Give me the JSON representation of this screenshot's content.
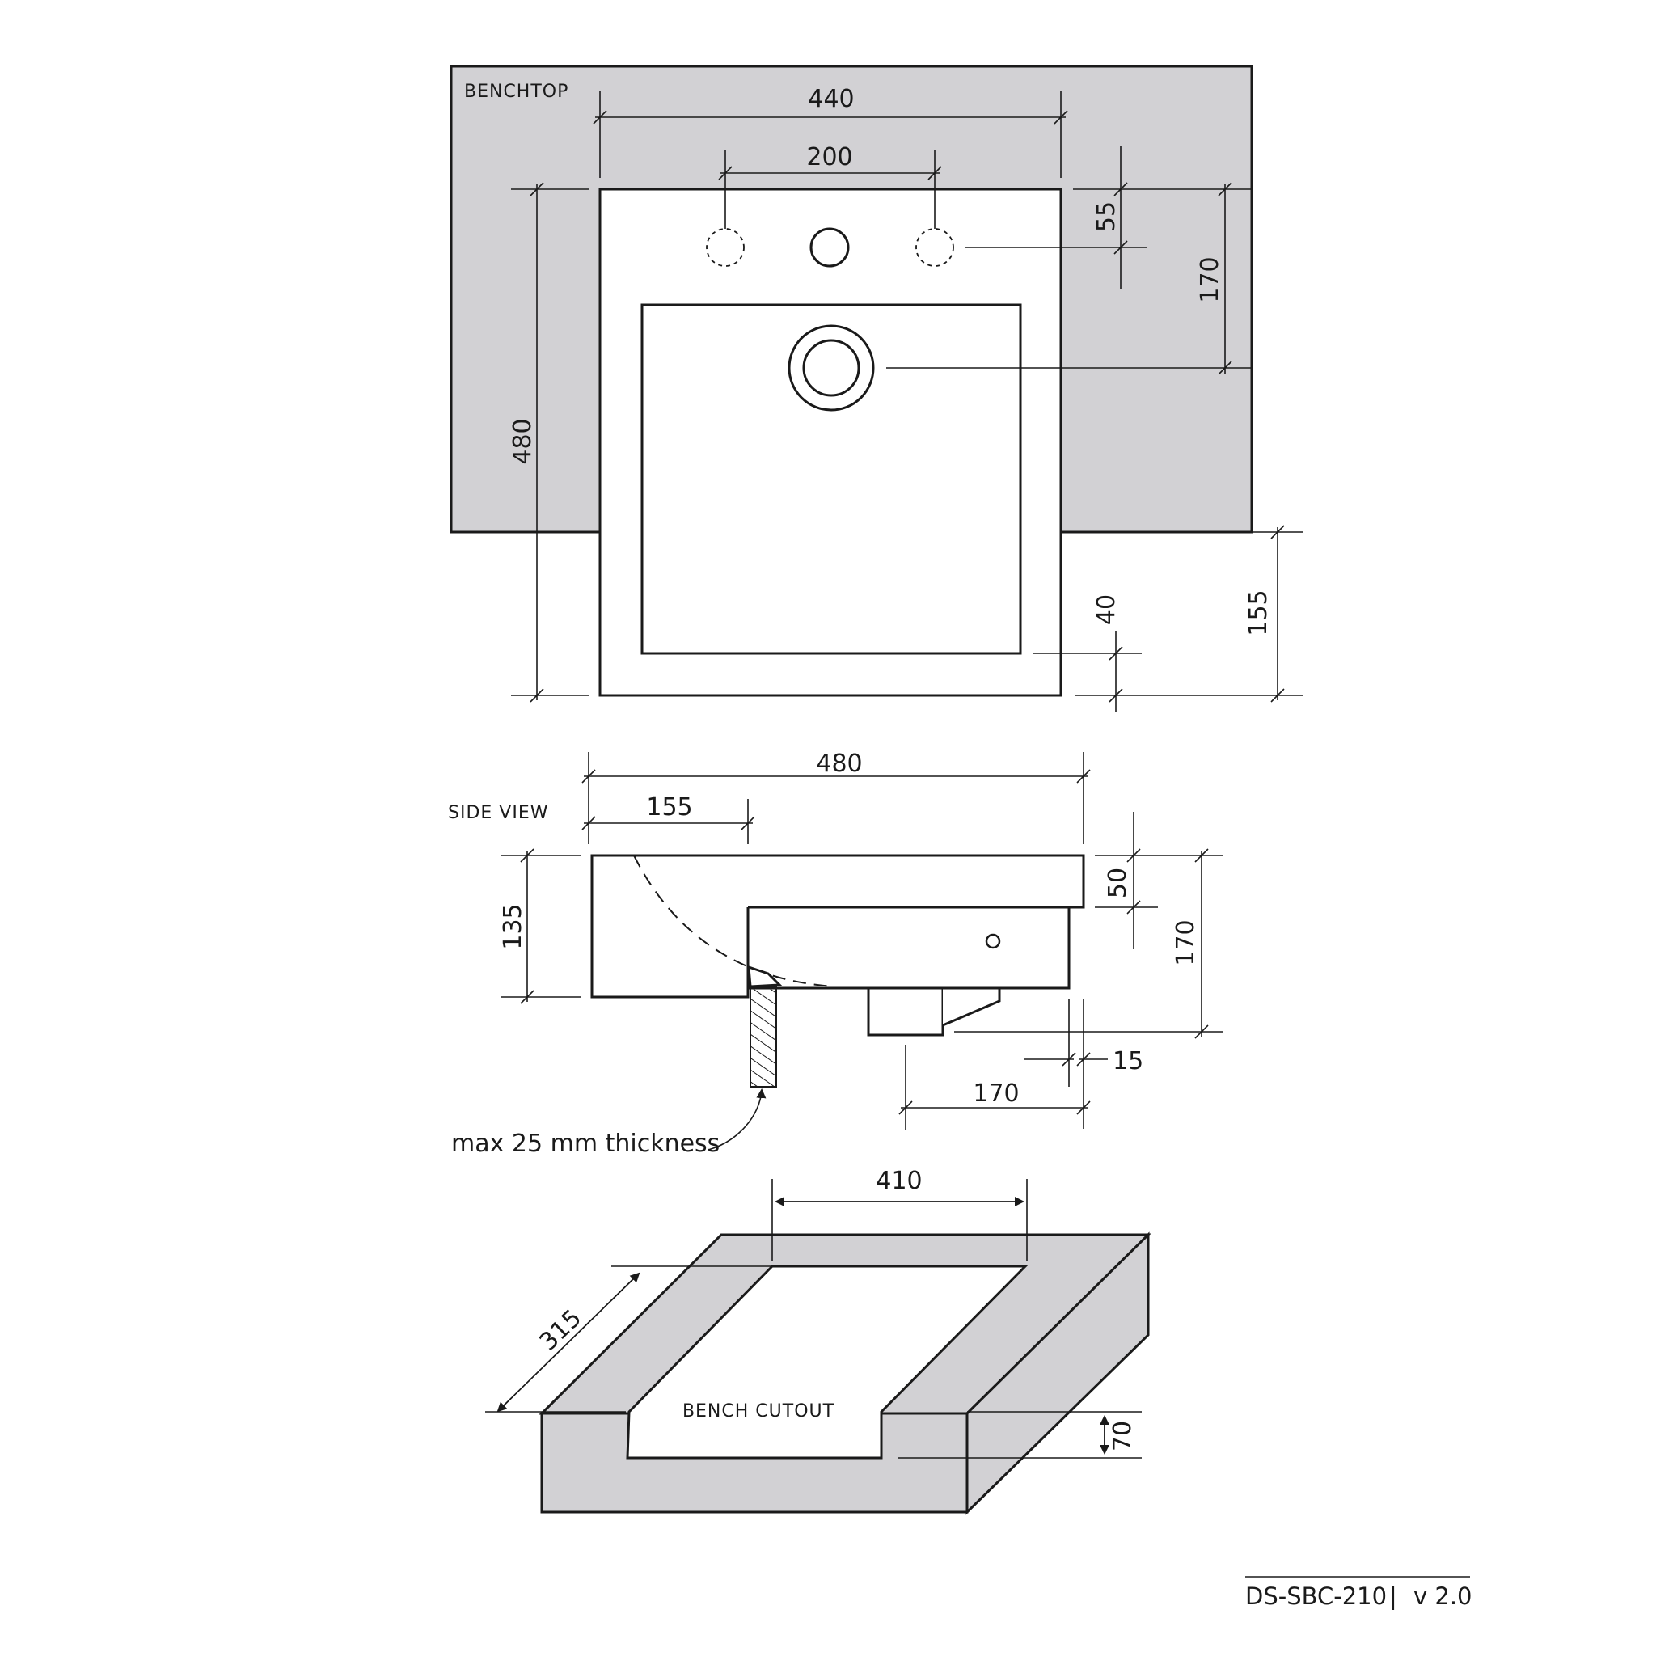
{
  "labels": {
    "benchtop": "BENCHTOP",
    "side_view": "SIDE VIEW",
    "bench_cutout": "BENCH CUTOUT",
    "thickness_note": "max 25 mm thickness"
  },
  "top_view": {
    "overall_width": "440",
    "tap_spacing": "200",
    "tap_offset": "55",
    "waste_offset": "170",
    "overall_depth": "480",
    "bowl_front_rim": "40",
    "overhang": "155"
  },
  "side_view": {
    "overall_depth": "480",
    "rear_to_bench": "155",
    "height": "135",
    "rim_depth": "50",
    "total_height": "170",
    "front_wall": "15",
    "waste_to_front": "170"
  },
  "cutout_view": {
    "width": "410",
    "depth": "315",
    "thickness": "70"
  },
  "document": {
    "code": "DS-SBC-210",
    "separator": "|",
    "version": "v 2.0"
  },
  "colors": {
    "bench": "#d2d1d4",
    "line": "#1a1a1a"
  }
}
